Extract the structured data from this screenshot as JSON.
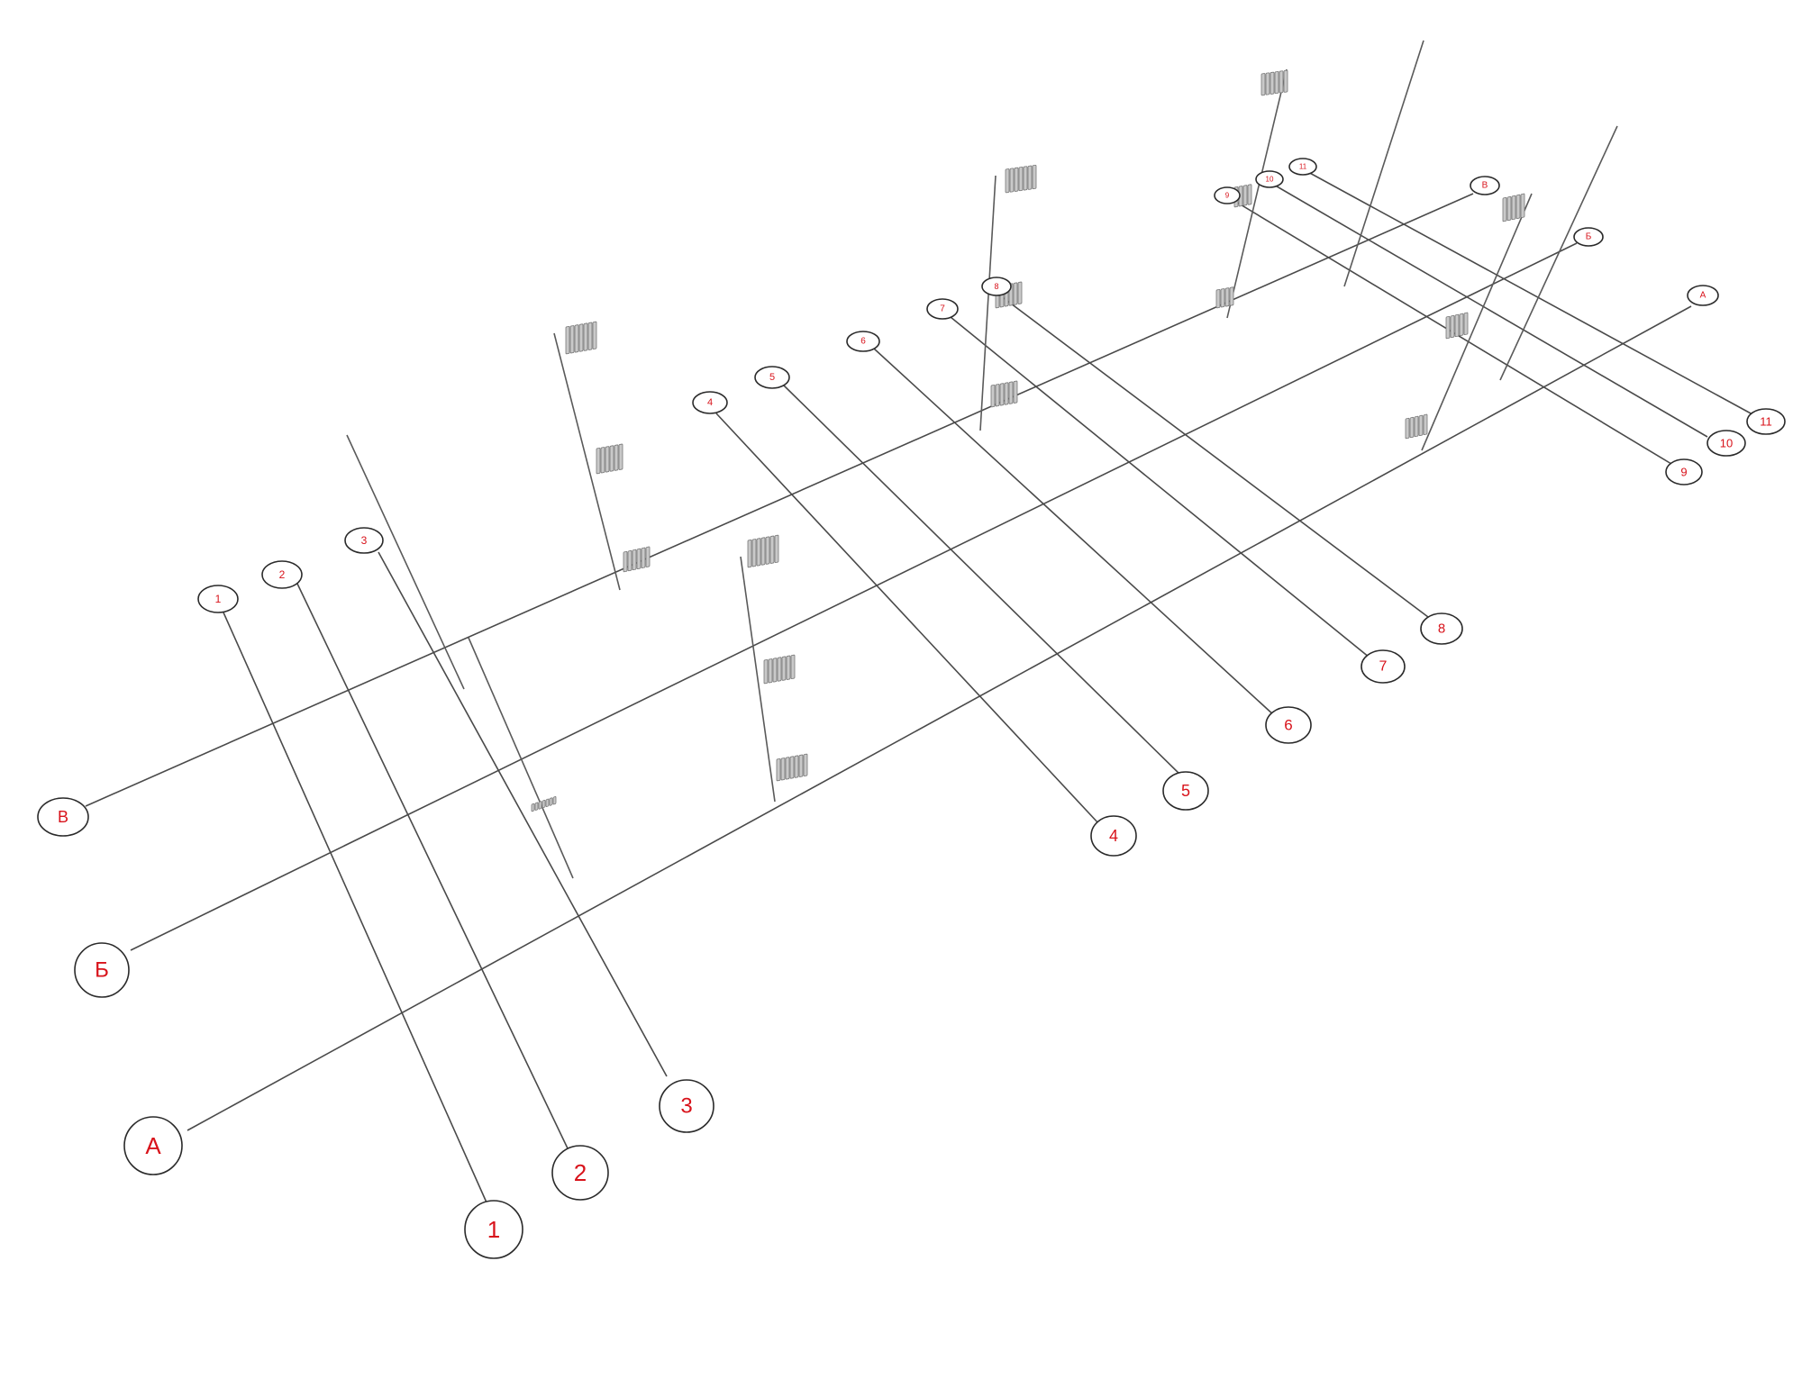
{
  "diagram": {
    "grid_axes_longitudinal": [
      {
        "id": "axis-a",
        "label": "А"
      },
      {
        "id": "axis-b",
        "label": "Б"
      },
      {
        "id": "axis-v",
        "label": "В"
      }
    ],
    "grid_axes_transverse": [
      {
        "id": "axis-1",
        "label": "1"
      },
      {
        "id": "axis-2",
        "label": "2"
      },
      {
        "id": "axis-3",
        "label": "3"
      },
      {
        "id": "axis-4",
        "label": "4"
      },
      {
        "id": "axis-5",
        "label": "5"
      },
      {
        "id": "axis-6",
        "label": "6"
      },
      {
        "id": "axis-7",
        "label": "7"
      },
      {
        "id": "axis-8",
        "label": "8"
      },
      {
        "id": "axis-9",
        "label": "9"
      },
      {
        "id": "axis-10",
        "label": "10"
      },
      {
        "id": "axis-11",
        "label": "11"
      }
    ],
    "colors": {
      "background": "#ffffff",
      "axis_line": "#4a4a4a",
      "bubble_stroke": "#2a2a2a",
      "label_text": "#d8131b",
      "radiator": "#c9c9c9"
    },
    "icons": [
      "radiator-icon"
    ]
  }
}
